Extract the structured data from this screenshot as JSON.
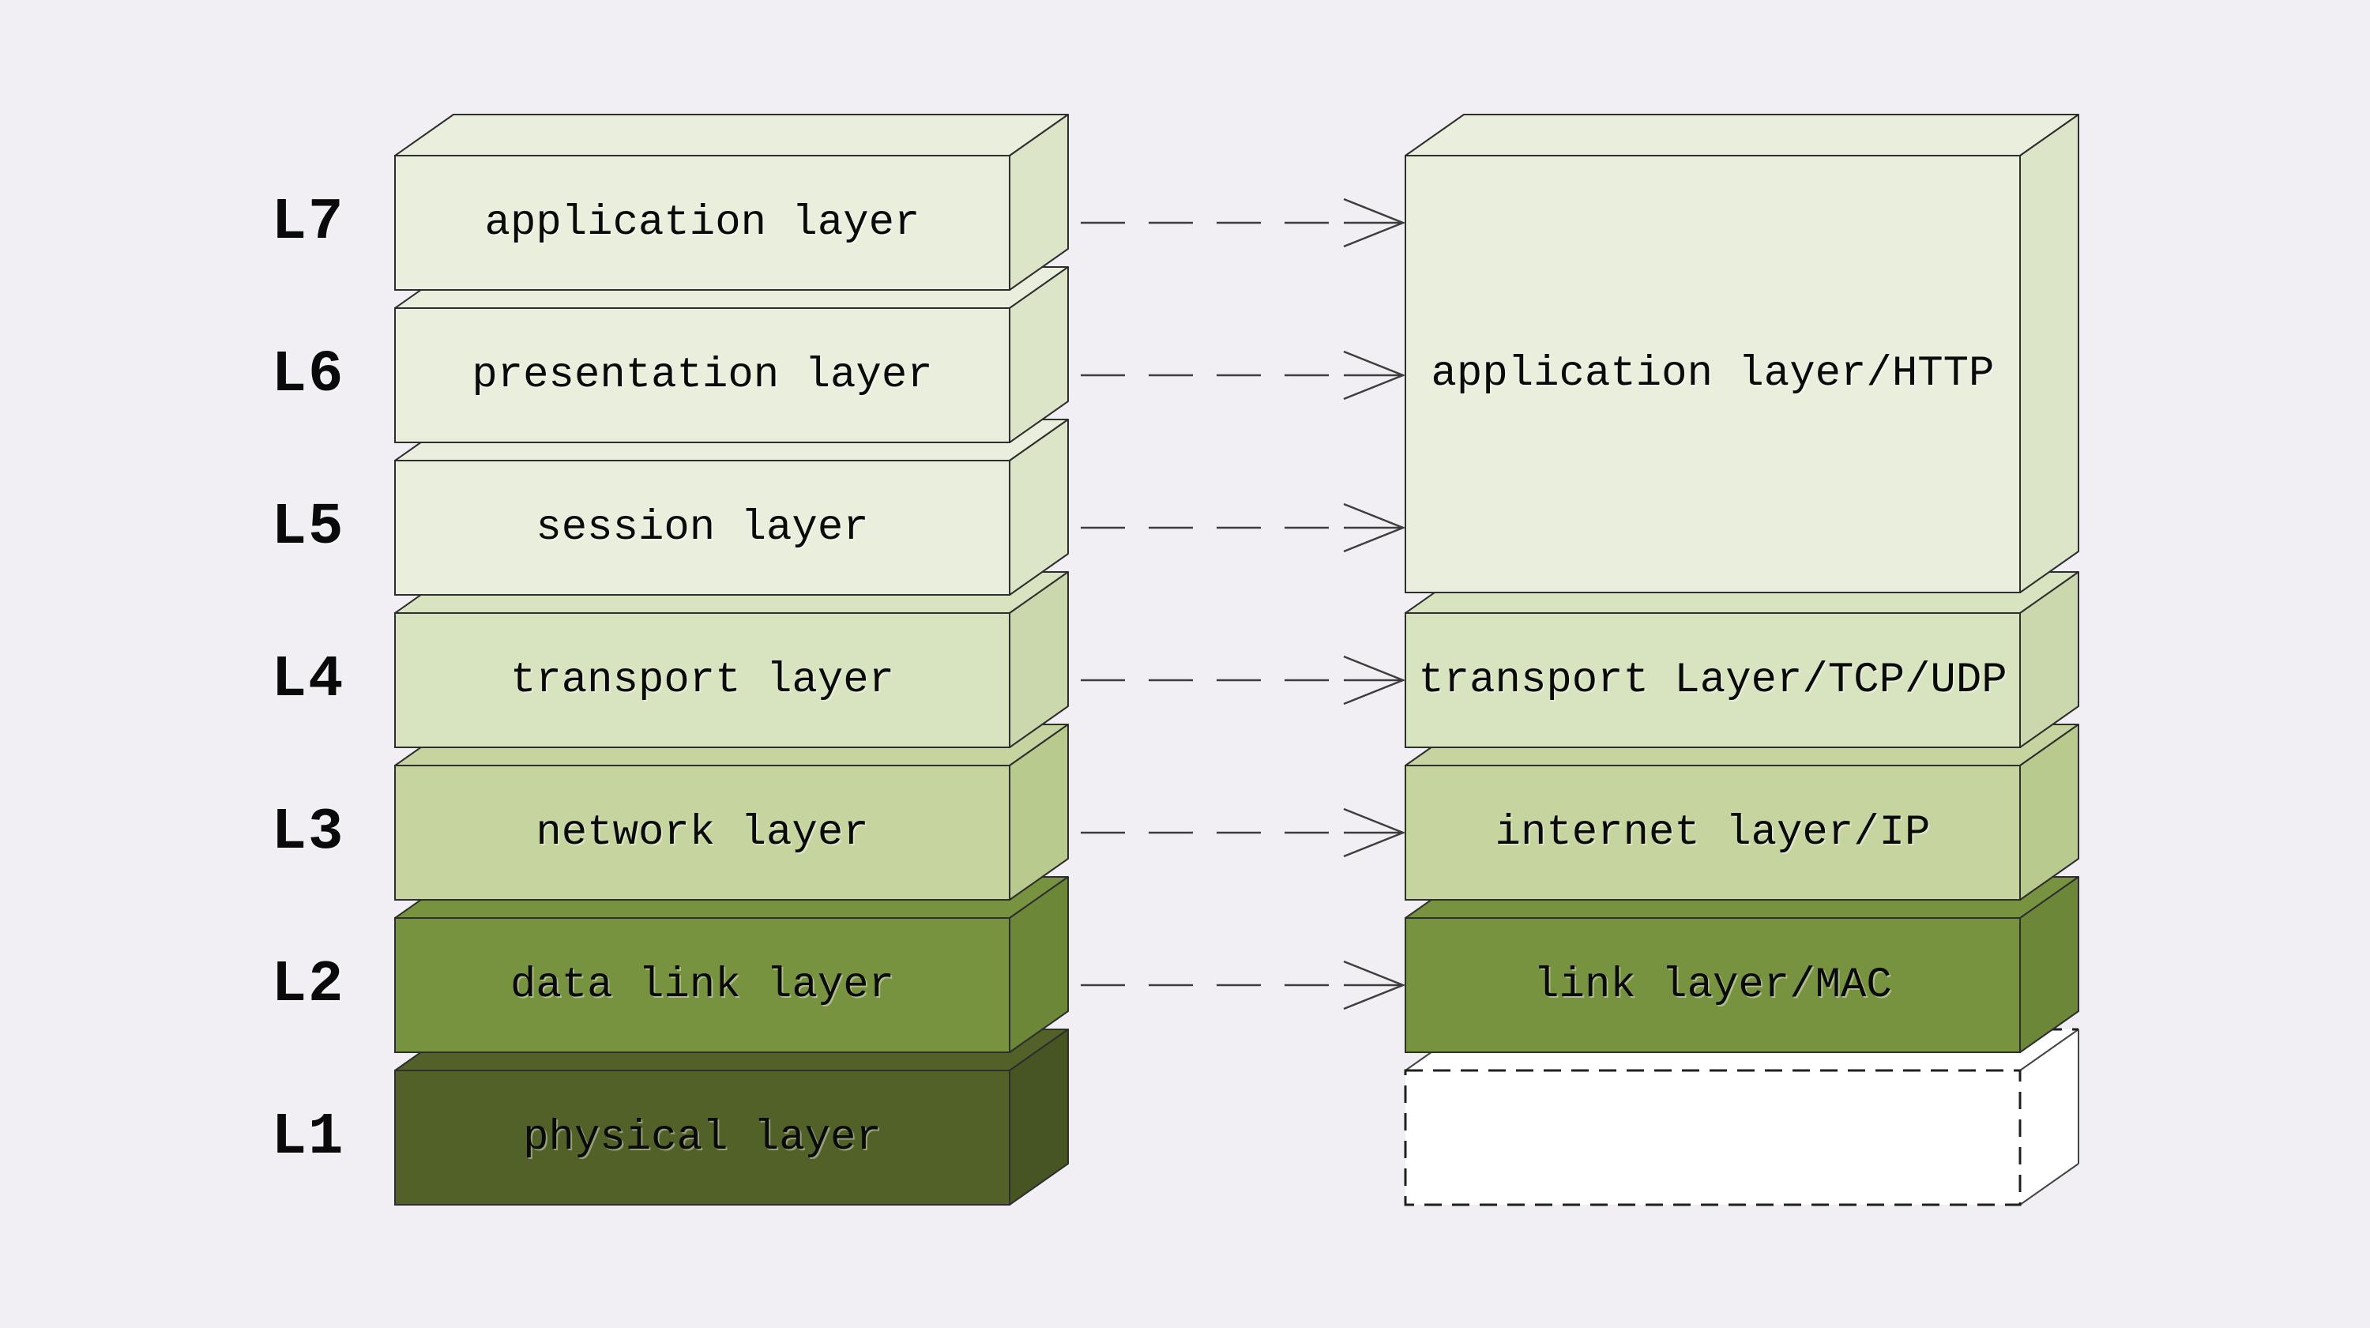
{
  "diagram": {
    "background": "#f1eff4",
    "left_stack": {
      "rows": [
        {
          "level": "L7",
          "label": "application layer"
        },
        {
          "level": "L6",
          "label": "presentation layer"
        },
        {
          "level": "L5",
          "label": "session layer"
        },
        {
          "level": "L4",
          "label": "transport layer"
        },
        {
          "level": "L3",
          "label": "network layer"
        },
        {
          "level": "L2",
          "label": "data link layer"
        },
        {
          "level": "L1",
          "label": "physical layer"
        }
      ]
    },
    "right_stack": {
      "boxes": [
        {
          "label": "application layer/HTTP"
        },
        {
          "label": "transport Layer/TCP/UDP"
        },
        {
          "label": "internet layer/IP"
        },
        {
          "label": "link layer/MAC"
        },
        {
          "label": ""
        }
      ]
    },
    "arrows": [
      {
        "from": "L7",
        "to": "application layer/HTTP"
      },
      {
        "from": "L6",
        "to": "application layer/HTTP"
      },
      {
        "from": "L5",
        "to": "application layer/HTTP"
      },
      {
        "from": "L4",
        "to": "transport Layer/TCP/UDP"
      },
      {
        "from": "L3",
        "to": "internet layer/IP"
      },
      {
        "from": "L2",
        "to": "link layer/MAC"
      }
    ],
    "colors": {
      "pale_green": "#e9efdc",
      "light_green": "#d8e3bf",
      "mid_green": "#c6d5a0",
      "olive_green": "#78933f",
      "dark_olive": "#516127",
      "line": "#3d3d3d",
      "box_stroke": "#2e2e2e",
      "empty_box_fill": "#ffffff"
    }
  }
}
